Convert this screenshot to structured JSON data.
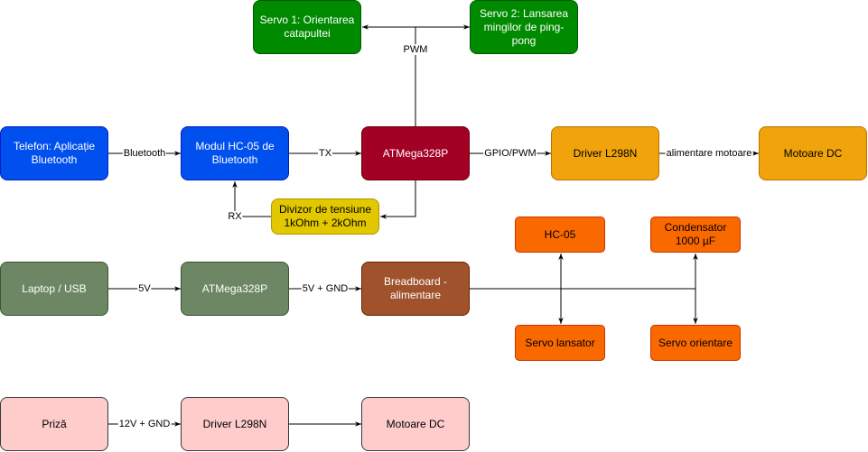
{
  "colors": {
    "green": {
      "fill": "#008a00",
      "stroke": "#005700",
      "text": "#ffffff"
    },
    "blue": {
      "fill": "#0050ef",
      "stroke": "#001dbc",
      "text": "#ffffff"
    },
    "crimson": {
      "fill": "#a20025",
      "stroke": "#6f0000",
      "text": "#ffffff"
    },
    "amber": {
      "fill": "#f0a30a",
      "stroke": "#bd7000",
      "text": "#000000"
    },
    "yellow": {
      "fill": "#e3c800",
      "stroke": "#b09500",
      "text": "#000000"
    },
    "olive": {
      "fill": "#6d8764",
      "stroke": "#3a5431",
      "text": "#ffffff"
    },
    "brown": {
      "fill": "#a0522d",
      "stroke": "#6d1f00",
      "text": "#ffffff"
    },
    "orange": {
      "fill": "#fa6800",
      "stroke": "#c73500",
      "text": "#000000"
    },
    "pink": {
      "fill": "#ffcccc",
      "stroke": "#36393d",
      "text": "#000000"
    },
    "line": "#000000"
  },
  "nodes": {
    "servo1": "Servo 1: Orientarea\ncatapultei",
    "servo2": "Servo 2: Lansarea\nmingilor de ping-pong",
    "phone": "Telefon: Aplicație\nBluetooth",
    "hc05_module": "Modul HC-05 de\nBluetooth",
    "atmega_main": "ATMega328P",
    "driver_main": "Driver L298N",
    "motors_main": "Motoare DC",
    "divider": "Divizor de tensiune\n1kOhm + 2kOhm",
    "hc05": "HC-05",
    "capacitor": "Condensator\n1000 µF",
    "laptop": "Laptop / USB",
    "atmega_power": "ATMega328P",
    "breadboard": "Breadboard -\nalimentare",
    "servo_launcher": "Servo lansator",
    "servo_orient": "Servo orientare",
    "outlet": "Priză",
    "driver_power": "Driver L298N",
    "motors_power": "Motoare DC"
  },
  "edge_labels": {
    "pwm": "PWM",
    "bluetooth": "Bluetooth",
    "tx": "TX",
    "gpio_pwm": "GPIO/PWM",
    "motor_power": "alimentare motoare",
    "rx": "RX",
    "v5": "5V",
    "v5_gnd": "5V + GND",
    "v12_gnd": "12V + GND"
  }
}
